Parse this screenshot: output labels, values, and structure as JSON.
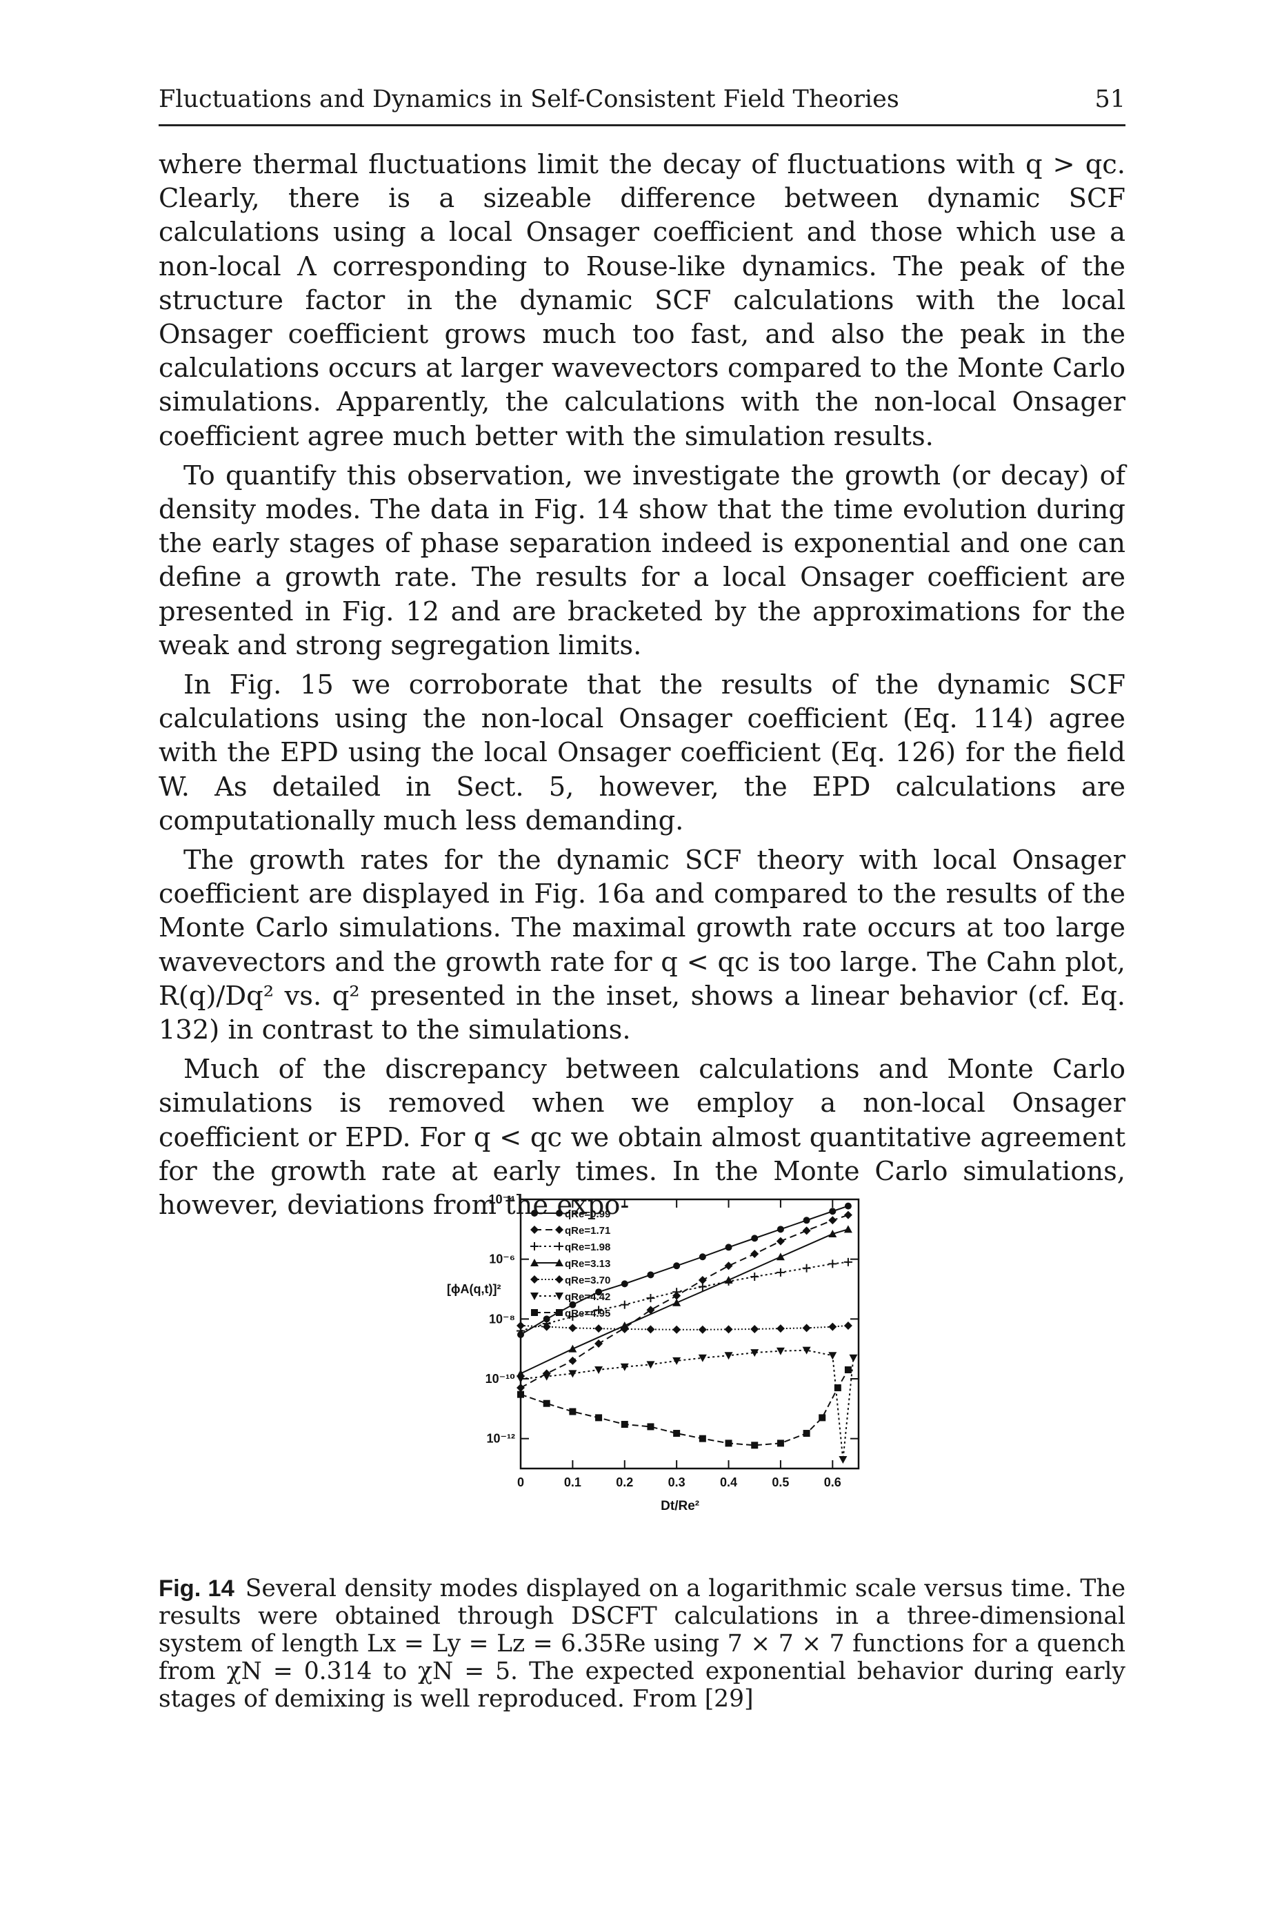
{
  "header": {
    "title": "Fluctuations and Dynamics in Self-Consistent Field Theories",
    "page_number": "51"
  },
  "paragraphs": [
    {
      "indent": false,
      "text": "where thermal fluctuations limit the decay of fluctuations with q > qc. Clearly, there is a sizeable difference between dynamic SCF calculations using a local Onsager coefficient and those which use a non-local Λ corresponding to Rouse-like dynamics. The peak of the structure factor in the dynamic SCF calculations with the local Onsager coefficient grows much too fast, and also the peak in the calculations occurs at larger wavevectors compared to the Monte Carlo simulations. Apparently, the calculations with the non-local Onsager coefficient agree much better with the simulation results."
    },
    {
      "indent": true,
      "text": "To quantify this observation, we investigate the growth (or decay) of density modes. The data in Fig. 14 show that the time evolution during the early stages of phase separation indeed is exponential and one can define a growth rate. The results for a local Onsager coefficient are presented in Fig. 12 and are bracketed by the approximations for the weak and strong segregation limits."
    },
    {
      "indent": true,
      "text": "In Fig. 15 we corroborate that the results of the dynamic SCF calculations using the non-local Onsager coefficient (Eq. 114) agree with the EPD using the local Onsager coefficient (Eq. 126) for the field W. As detailed in Sect. 5, however, the EPD calculations are computationally much less demanding."
    },
    {
      "indent": true,
      "text": "The growth rates for the dynamic SCF theory with local Onsager coefficient are displayed in Fig. 16a and compared to the results of the Monte Carlo simulations. The maximal growth rate occurs at too large wavevectors and the growth rate for q < qc is too large. The Cahn plot, R(q)/Dq² vs. q² presented in the inset, shows a linear behavior (cf. Eq. 132) in contrast to the simulations."
    },
    {
      "indent": true,
      "text": "Much of the discrepancy between calculations and Monte Carlo simulations is removed when we employ a non-local Onsager coefficient or EPD. For q < qc we obtain almost quantitative agreement for the growth rate at early times. In the Monte Carlo simulations, however, deviations from the expo-"
    }
  ],
  "chart_data": {
    "type": "line",
    "ylabel": "[ϕA(q,t)]²",
    "xlabel": "Dt/Re²",
    "y_log": true,
    "xlim": [
      0,
      0.65
    ],
    "ylim": [
      1e-13,
      0.0001
    ],
    "xticks": [
      "0",
      "0.1",
      "0.2",
      "0.3",
      "0.4",
      "0.5",
      "0.6"
    ],
    "yticks": [
      "10⁻⁴",
      "10⁻⁶",
      "10⁻⁸",
      "10⁻¹⁰",
      "10⁻¹²"
    ],
    "legend_position": "top-left",
    "series": [
      {
        "name": "qRe=0.99",
        "marker": "circle",
        "dash": "0",
        "x": [
          0.0,
          0.05,
          0.1,
          0.15,
          0.2,
          0.25,
          0.3,
          0.35,
          0.4,
          0.45,
          0.5,
          0.55,
          0.6,
          0.63
        ],
        "y": [
          3e-09,
          1e-08,
          3e-08,
          8e-08,
          1.5e-07,
          3e-07,
          6e-07,
          1.2e-06,
          2.5e-06,
          5e-06,
          1e-05,
          2e-05,
          4e-05,
          6e-05
        ]
      },
      {
        "name": "qRe=1.71",
        "marker": "diamond",
        "dash": "10 6",
        "x": [
          0.0,
          0.05,
          0.1,
          0.15,
          0.2,
          0.25,
          0.3,
          0.35,
          0.4,
          0.45,
          0.5,
          0.55,
          0.6,
          0.63
        ],
        "y": [
          5e-11,
          1.5e-10,
          4e-10,
          1.5e-09,
          5e-09,
          2e-08,
          6e-08,
          2e-07,
          6e-07,
          1.5e-06,
          4e-06,
          9e-06,
          2e-05,
          3e-05
        ]
      },
      {
        "name": "qRe=1.98",
        "marker": "plus",
        "dash": "3 4",
        "x": [
          0.0,
          0.05,
          0.1,
          0.15,
          0.2,
          0.25,
          0.3,
          0.35,
          0.4,
          0.45,
          0.5,
          0.55,
          0.6,
          0.63
        ],
        "y": [
          4e-09,
          7e-09,
          1.2e-08,
          2e-08,
          3e-08,
          5e-08,
          8e-08,
          1.2e-07,
          1.8e-07,
          2.6e-07,
          3.6e-07,
          5e-07,
          7e-07,
          8e-07
        ]
      },
      {
        "name": "qRe=3.13",
        "marker": "triangle-up",
        "dash": "0",
        "x": [
          0.0,
          0.1,
          0.2,
          0.3,
          0.4,
          0.5,
          0.6,
          0.63
        ],
        "y": [
          1.5e-10,
          1e-09,
          6e-09,
          3.5e-08,
          2e-07,
          1.2e-06,
          7e-06,
          1e-05
        ]
      },
      {
        "name": "qRe=3.70",
        "marker": "diamond",
        "dash": "2 3",
        "x": [
          0.0,
          0.05,
          0.1,
          0.15,
          0.2,
          0.25,
          0.3,
          0.35,
          0.4,
          0.45,
          0.5,
          0.55,
          0.6,
          0.63
        ],
        "y": [
          6e-09,
          5.5e-09,
          5e-09,
          4.8e-09,
          4.6e-09,
          4.5e-09,
          4.4e-09,
          4.4e-09,
          4.5e-09,
          4.6e-09,
          4.8e-09,
          5e-09,
          5.5e-09,
          6e-09
        ]
      },
      {
        "name": "qRe=4.42",
        "marker": "triangle-down",
        "dash": "3 4",
        "x": [
          0.0,
          0.05,
          0.1,
          0.15,
          0.2,
          0.25,
          0.3,
          0.35,
          0.4,
          0.45,
          0.5,
          0.55,
          0.6,
          0.62,
          0.64
        ],
        "y": [
          1e-10,
          1.2e-10,
          1.5e-10,
          2e-10,
          2.5e-10,
          3e-10,
          4e-10,
          5e-10,
          6e-10,
          7.5e-10,
          8.5e-10,
          9e-10,
          6e-10,
          2e-13,
          5e-10
        ]
      },
      {
        "name": "qRe=4.95",
        "marker": "square",
        "dash": "9 5",
        "x": [
          0.0,
          0.05,
          0.1,
          0.15,
          0.2,
          0.25,
          0.3,
          0.35,
          0.4,
          0.45,
          0.5,
          0.55,
          0.58,
          0.61,
          0.63
        ],
        "y": [
          3e-11,
          1.5e-11,
          8e-12,
          5e-12,
          3e-12,
          2.5e-12,
          1.5e-12,
          1e-12,
          7e-13,
          6e-13,
          7e-13,
          1.5e-12,
          5e-12,
          5e-11,
          2e-10
        ]
      }
    ]
  },
  "caption": {
    "label": "Fig. 14",
    "text": "Several density modes displayed on a logarithmic scale versus time. The results were obtained through DSCFT calculations in a three-dimensional system of length Lx = Ly = Lz = 6.35Re using 7 × 7 × 7 functions for a quench from χN = 0.314 to χN = 5. The expected exponential behavior during early stages of demixing is well reproduced. From [29]"
  }
}
